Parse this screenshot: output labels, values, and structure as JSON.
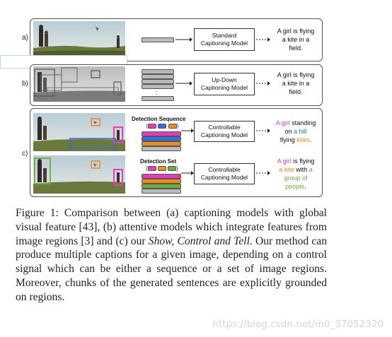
{
  "panels": {
    "a": {
      "label": "a)",
      "model": "Standard\nCaptioning Model",
      "output": "A girl is flying\na kite in a\nfield."
    },
    "b": {
      "label": "b)",
      "model": "Up-Down\nCaptioning Model",
      "output": "A girl is flying\na kite in a\nfield.",
      "dots": ":"
    },
    "c": {
      "label": "c)",
      "row1": {
        "header": "Detection Sequence",
        "model": "Controllable\nCaptioning Model",
        "output": [
          {
            "t": "A girl",
            "c": "hl"
          },
          {
            "t": " standing\non ",
            "c": ""
          },
          {
            "t": "a hill",
            "c": "hl2"
          },
          {
            "t": "\nflying ",
            "c": ""
          },
          {
            "t": "kites",
            "c": "hl3"
          },
          {
            "t": ".",
            "c": ""
          }
        ]
      },
      "row2": {
        "header": "Detection Set",
        "model": "Controllable\nCaptioning Model",
        "output": [
          {
            "t": "A girl",
            "c": "hl"
          },
          {
            "t": " is flying\n",
            "c": ""
          },
          {
            "t": "a kite",
            "c": "hl3"
          },
          {
            "t": " with ",
            "c": ""
          },
          {
            "t": "a\ngroup of\npeople",
            "c": "hl4"
          },
          {
            "t": ".",
            "c": ""
          }
        ]
      }
    }
  },
  "caption": {
    "parts": [
      {
        "t": "Figure 1: Comparison between (a) captioning models with global visual feature [43], (b) attentive models which integrate features from image regions [3] and (c) our ",
        "i": false
      },
      {
        "t": "Show, Control and Tell.",
        "i": true
      },
      {
        "t": " Our method can produce multiple captions for a given image, depending on a control signal which can be either a sequence or a set of image regions. Moreover, chunks of the generated sentences are explicitly grounded on regions.",
        "i": false
      }
    ]
  },
  "watermark": "https://blog.csdn.net/m0_37052320",
  "colors": {
    "pink": "#e53bbd",
    "blue": "#2f6fe0",
    "orange": "#f08a1d",
    "green": "#6cae3e"
  }
}
